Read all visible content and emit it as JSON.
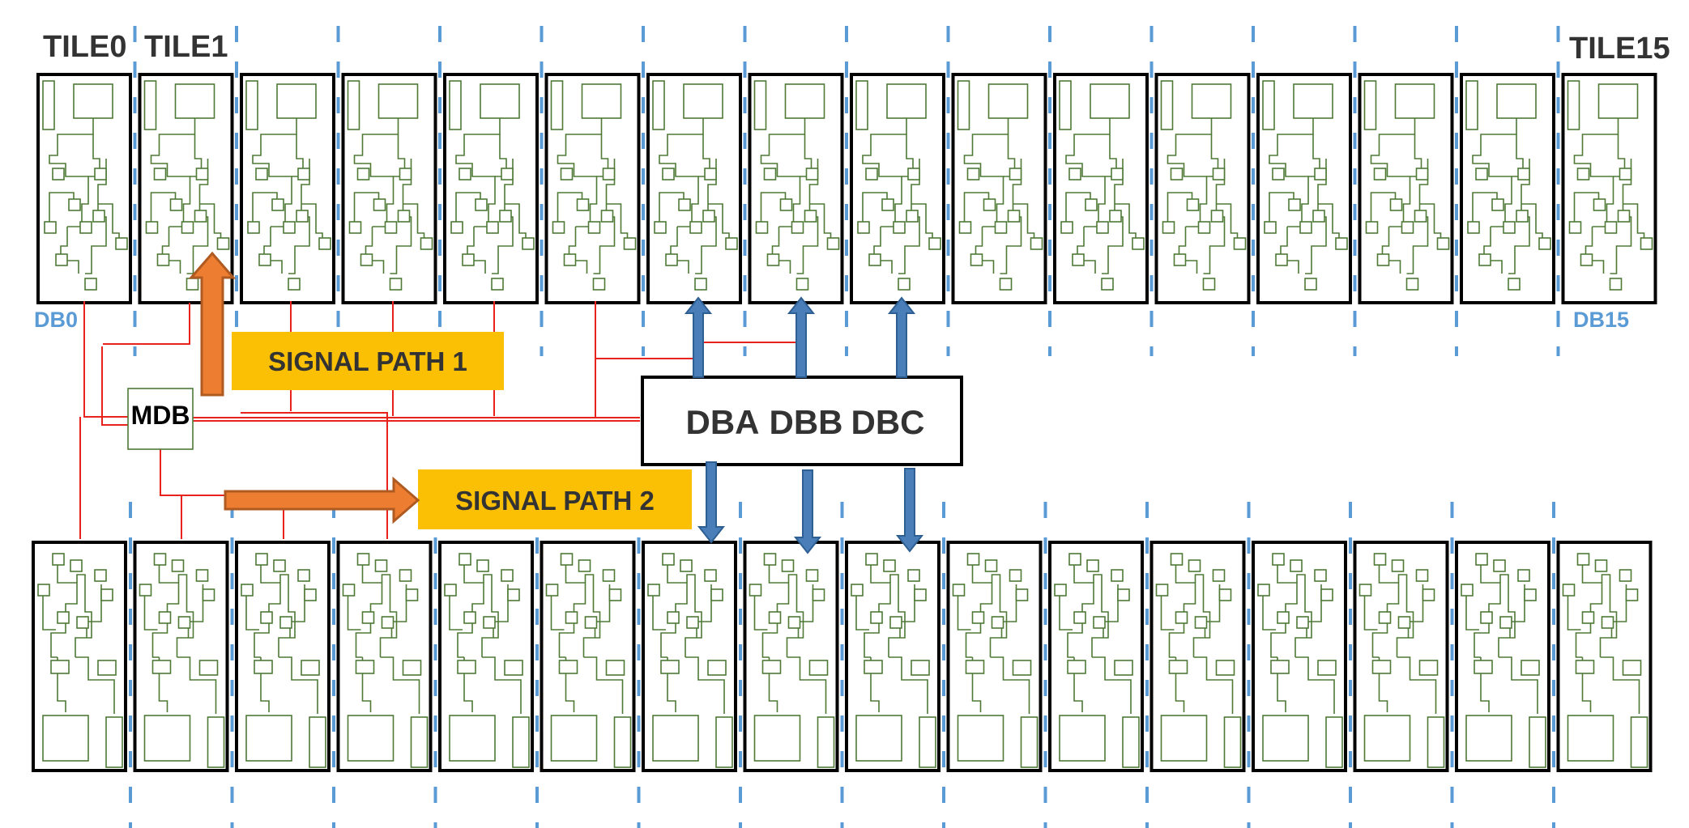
{
  "labels": {
    "tile_first": "TILE0",
    "tile_second": "TILE1",
    "tile_last": "TILE15",
    "db_first": "DB0",
    "db_last": "DB15",
    "mdb": "MDB",
    "signal_path_1": "SIGNAL PATH 1",
    "signal_path_2": "SIGNAL PATH 2",
    "dba": "DBA",
    "dbb": "DBB",
    "dbc": "DBC"
  },
  "colors": {
    "tile_border": "#000000",
    "circuit": "#4e7a36",
    "divider": "#5b9bd5",
    "wire": "#e8231e",
    "signal_box": "#fbbf04",
    "signal_arrow": "#ed7d31",
    "signal_arrow_stroke": "#ae5a21",
    "db_arrow": "#4a7eb8",
    "db_arrow_stroke": "#2e5f93",
    "text_dark": "#333333",
    "text_blue": "#5b9bd5"
  },
  "diagram": {
    "tile_columns": 16,
    "tile_rows": 2
  }
}
